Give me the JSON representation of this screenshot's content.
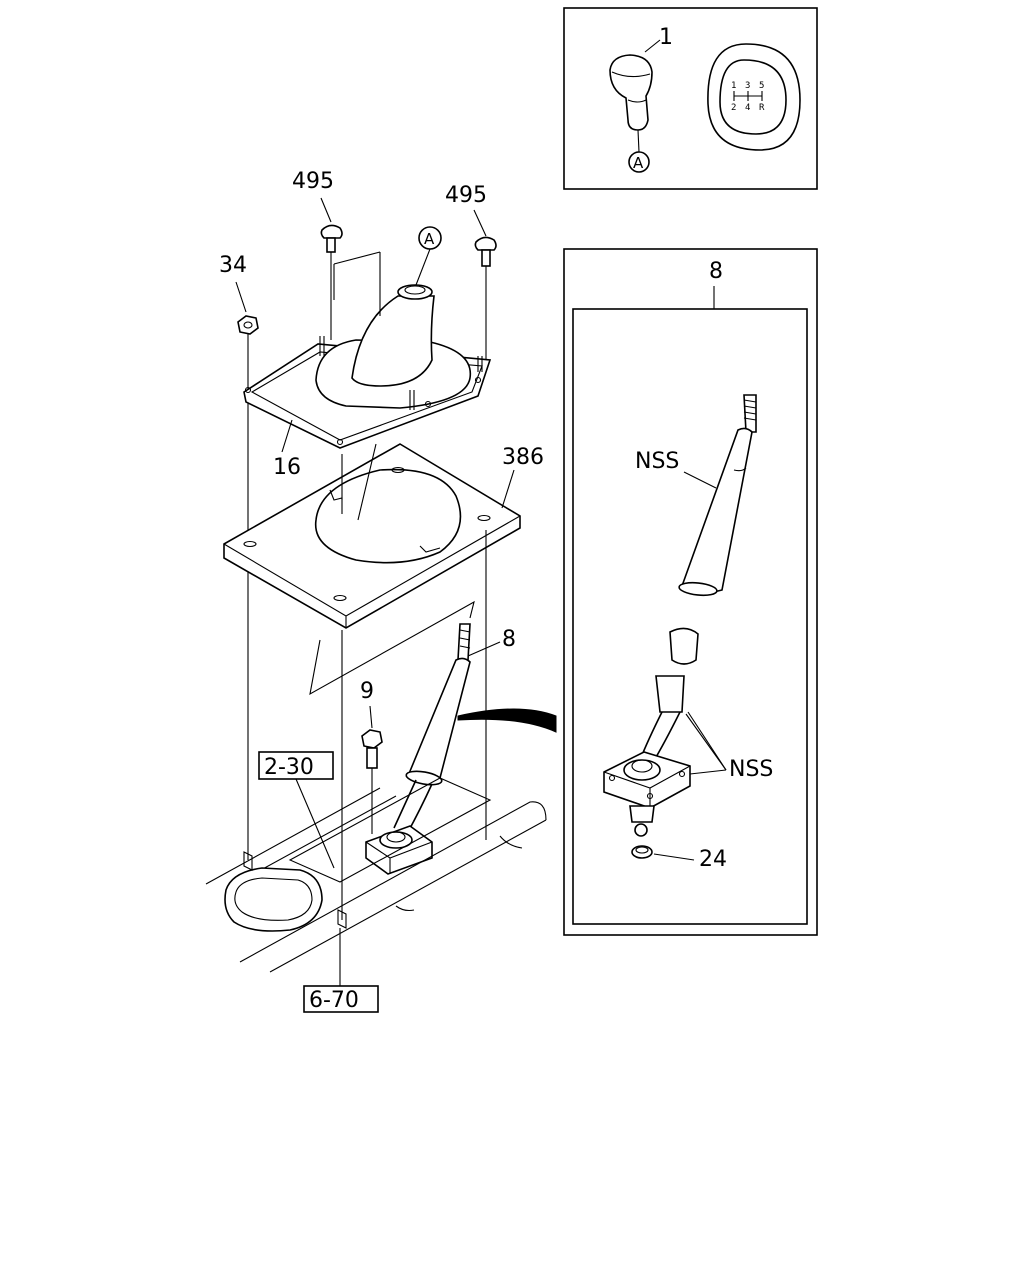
{
  "callouts": {
    "knob": "1",
    "knob_ref": "A",
    "bolt_left": "495",
    "bolt_right": "495",
    "boot_ref": "A",
    "nut": "34",
    "boot": "16",
    "panel": "386",
    "lever": "8",
    "bolt_9": "9",
    "ref_box_1": "2-30",
    "ref_box_2": "6-70",
    "detail_title": "8",
    "nss_1": "NSS",
    "nss_2": "NSS",
    "bushing": "24"
  },
  "shift_pattern": {
    "top": [
      "1",
      "3",
      "5"
    ],
    "bottom": [
      "2",
      "4",
      "R"
    ]
  }
}
